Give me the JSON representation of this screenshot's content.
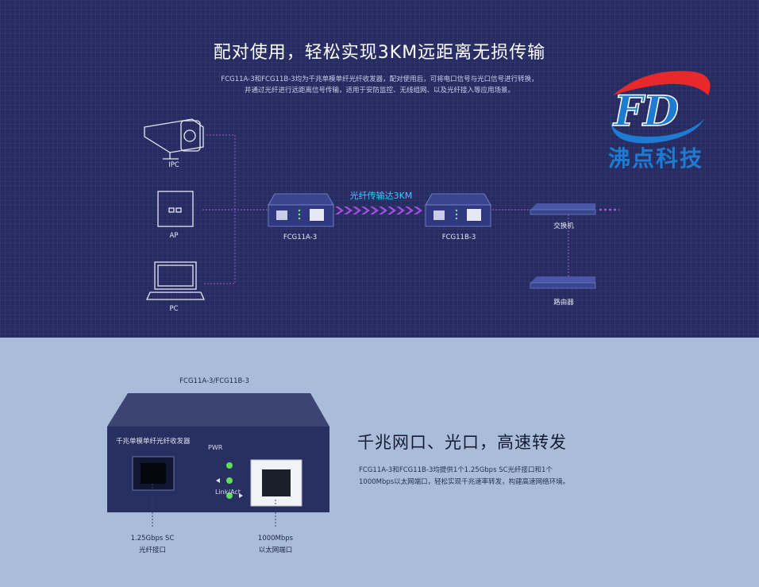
{
  "top": {
    "title": "配对使用，轻松实现3KM远距离无损传输",
    "desc_line1": "FCG11A-3和FCG11B-3均为千兆单模单纤光纤收发器，配对使用后，可将电口信号与光口信号进行转换，",
    "desc_line2": "并通过光纤进行远距离信号传输，适用于安防监控、无线组网、以及光纤接入等应用场景。"
  },
  "brand": {
    "logo_letters": "FD",
    "name": "沸点科技",
    "logo_blue": "#1f7ad1",
    "logo_red": "#e8282b"
  },
  "diagram": {
    "ipc_label": "IPC",
    "ap_label": "AP",
    "pc_label": "PC",
    "device_a_label": "FCG11A-3",
    "device_b_label": "FCG11B-3",
    "fiber_label": "光纤传输达3KM",
    "switch_label": "交换机",
    "router_label": "路由器",
    "line_color": "#b24fd0",
    "fiber_color": "#34d0ff"
  },
  "bottom": {
    "model_label": "FCG11A-3/FCG11B-3",
    "device_caption": "千兆单模单纤光纤收发器",
    "led_pwr": "PWR",
    "led_link": "Link/Act",
    "port_sc_line1": "1.25Gbps SC",
    "port_sc_line2": "光纤接口",
    "port_rj_line1": "1000Mbps",
    "port_rj_line2": "以太网端口",
    "feature_title": "千兆网口、光口，高速转发",
    "feature_desc_line1": "FCG11A-3和FCG11B-3均提供1个1.25Gbps SC光纤接口和1个",
    "feature_desc_line2": "1000Mbps以太网端口，轻松实现千兆速率转发，构建高速网络环境。"
  }
}
